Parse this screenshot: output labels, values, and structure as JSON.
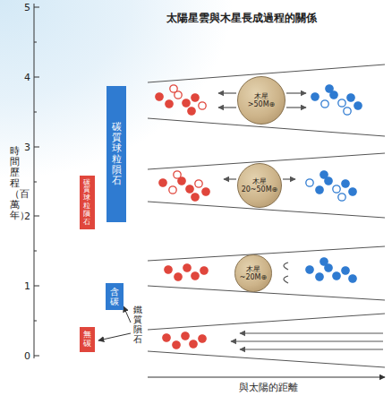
{
  "diagram": {
    "title": "太陽星雲與木星長成過程的關係",
    "nodes": [
      {
        "text": [
          "木星",
          ">50M⊕"
        ]
      },
      {
        "text": [
          "碳質球粒隕石"
        ]
      },
      {
        "text": [
          "碳質球粒隕石"
        ]
      },
      {
        "text": [
          "木星",
          "20~50M⊕"
        ]
      },
      {
        "text": [
          "木星",
          "~20M⊕"
        ]
      },
      {
        "text": [
          "含碳"
        ]
      },
      {
        "text": [
          "無碳"
        ]
      }
    ],
    "labels": [
      "5",
      "4",
      "3",
      "2",
      "1",
      "0",
      "時間歷程（百萬年）",
      "鐵質隕石",
      "與太陽的距離"
    ]
  }
}
